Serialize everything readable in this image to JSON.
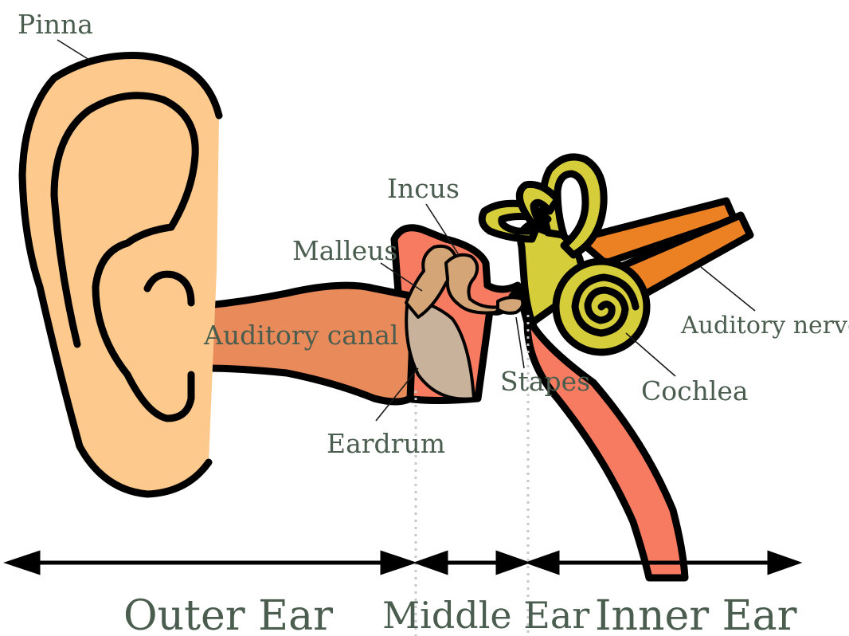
{
  "labels": {
    "pinna": "Pinna",
    "incus": "Incus",
    "malleus": "Malleus",
    "auditory_canal": "Auditory canal",
    "auditory_nerve": "Auditory nerve",
    "stapes": "Stapes",
    "cochlea": "Cochlea",
    "eardrum": "Eardrum"
  },
  "regions": {
    "outer": "Outer Ear",
    "middle": "Middle Ear",
    "inner": "Inner Ear"
  },
  "colors": {
    "pinna": "#fdc98c",
    "canal": "#e88a5a",
    "middle_cavity": "#f77b60",
    "eardrum": "#c9b29b",
    "ossicles": "#d4a577",
    "cochlea": "#d6cd3b",
    "nerve": "#ec8124",
    "label_text": "#4a5d4f"
  }
}
